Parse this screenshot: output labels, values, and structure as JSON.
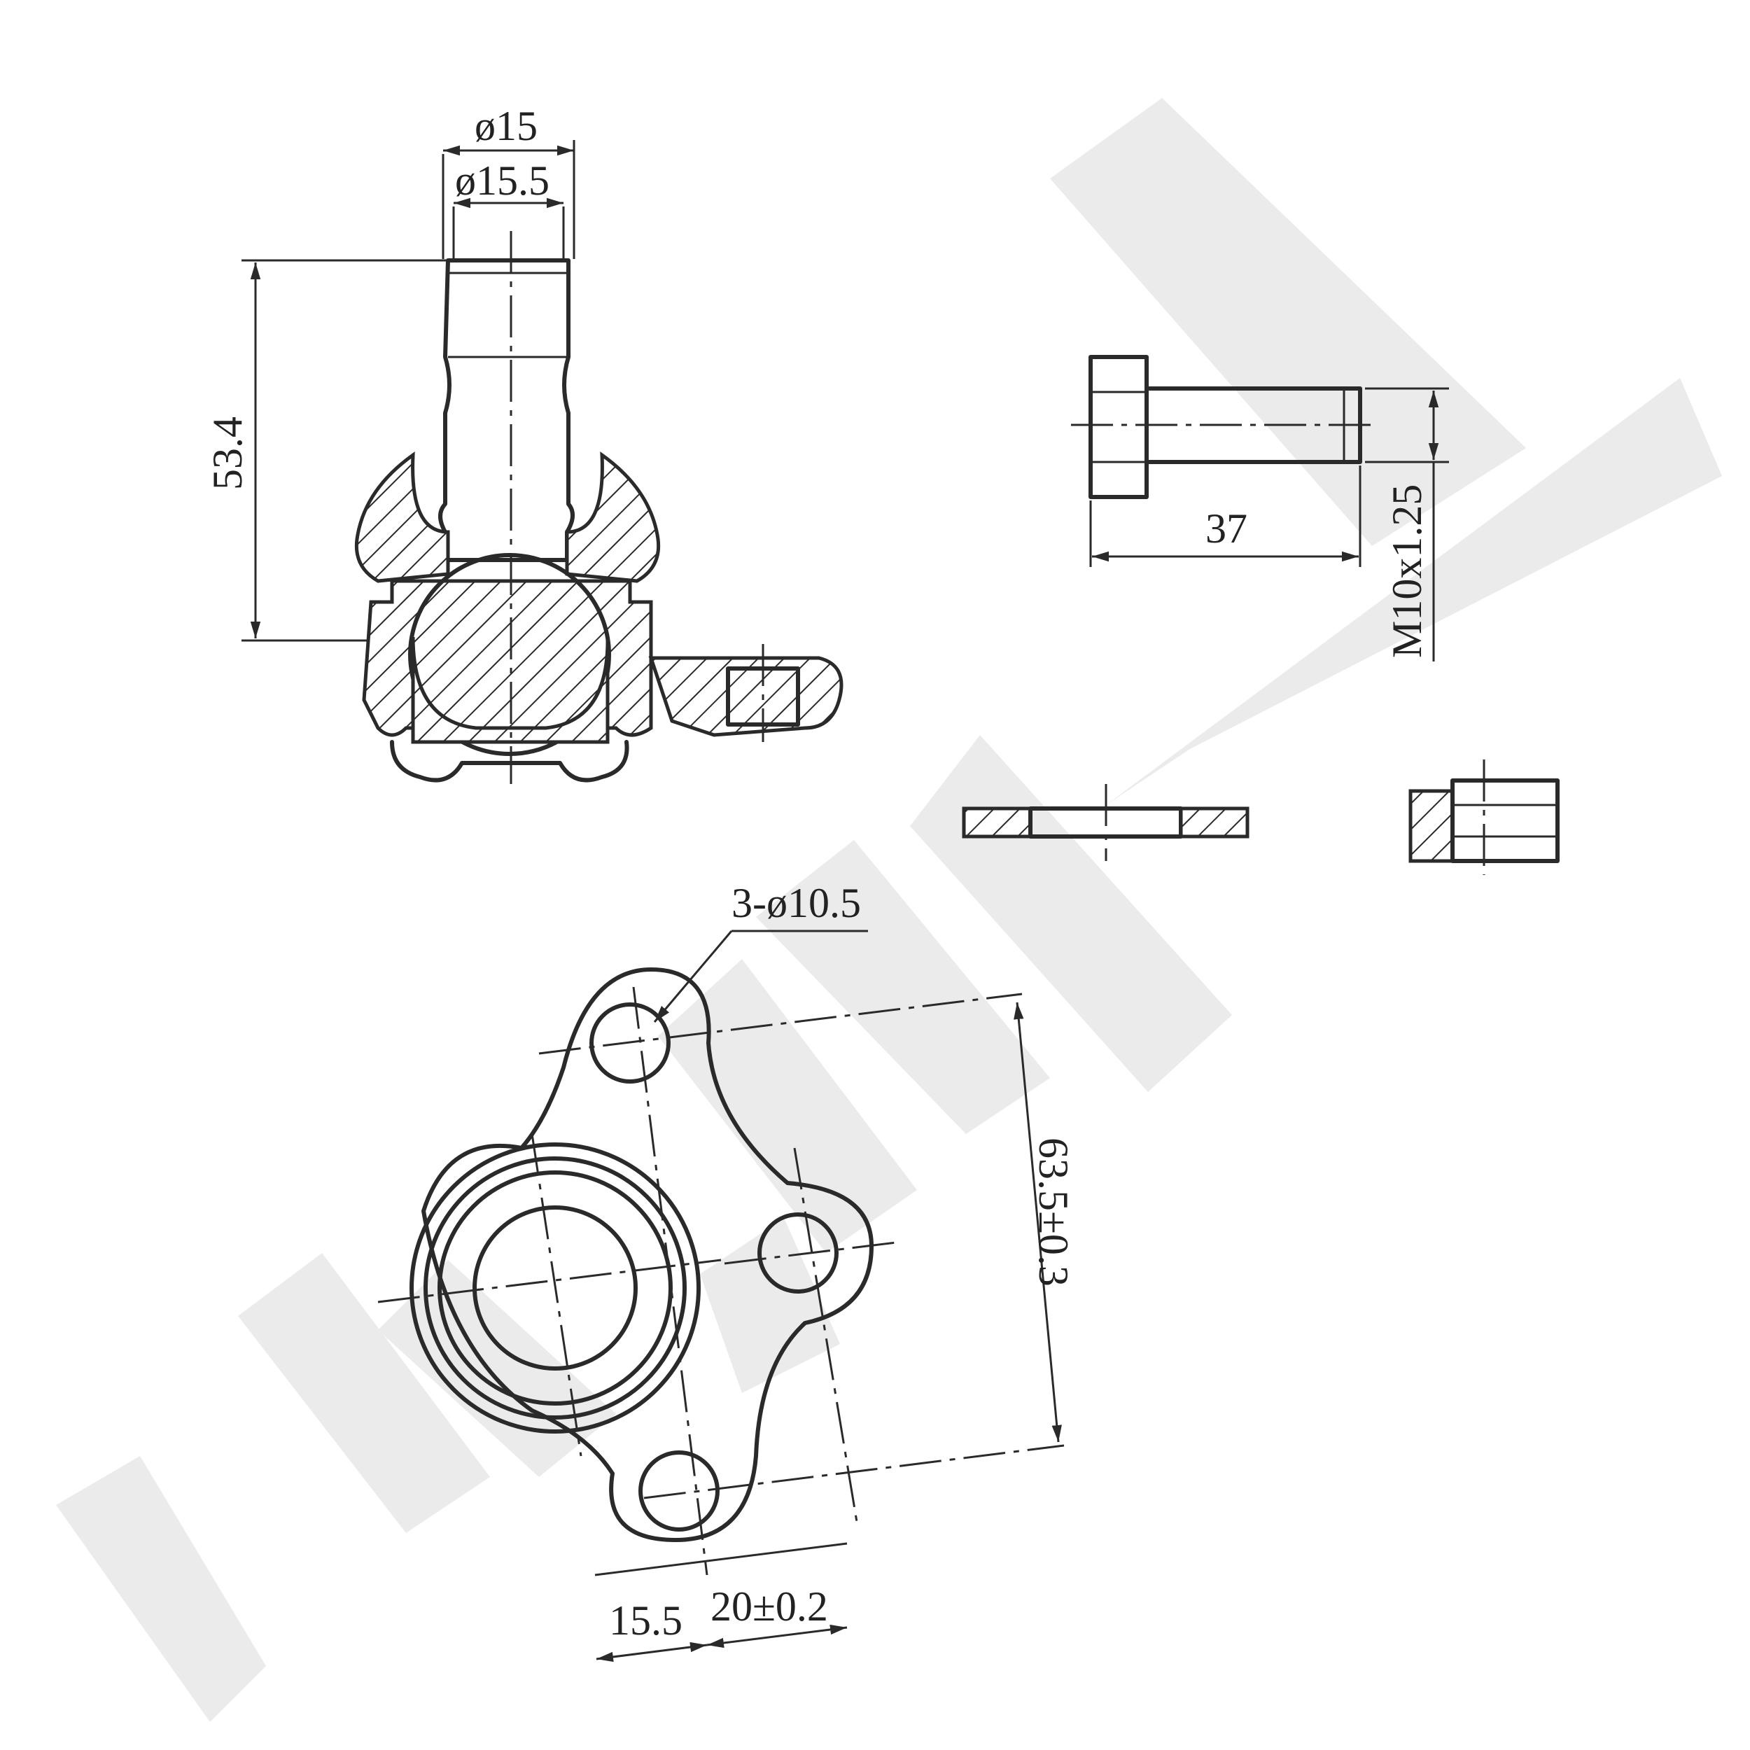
{
  "watermark": {
    "color": "#ebebeb"
  },
  "ball_joint_section": {
    "dims": {
      "d_outer": "ø15",
      "d_inner": "ø15.5",
      "height": "53.4"
    }
  },
  "bolt": {
    "dims": {
      "length": "37",
      "thread": "M10x1.25"
    }
  },
  "washer": {},
  "lock_nut": {},
  "flange_plan": {
    "dims": {
      "holes": "3-ø10.5",
      "pitch": "63.5±0.3",
      "offset_a": "15.5",
      "offset_b": "20±0.2"
    }
  }
}
